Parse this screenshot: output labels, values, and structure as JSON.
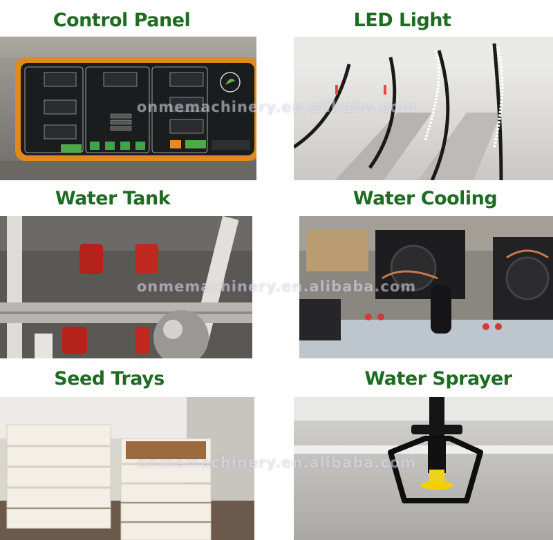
{
  "sections": [
    {
      "title": "Control Panel"
    },
    {
      "title": "LED Light"
    },
    {
      "title": "Water Tank"
    },
    {
      "title": "Water Cooling"
    },
    {
      "title": "Seed Trays"
    },
    {
      "title": "Water Sprayer"
    }
  ],
  "watermark": "onmemachinery.en.alibaba.com",
  "colors": {
    "title_green": "#1e6b22",
    "panel_orange": "#e08a1e"
  }
}
